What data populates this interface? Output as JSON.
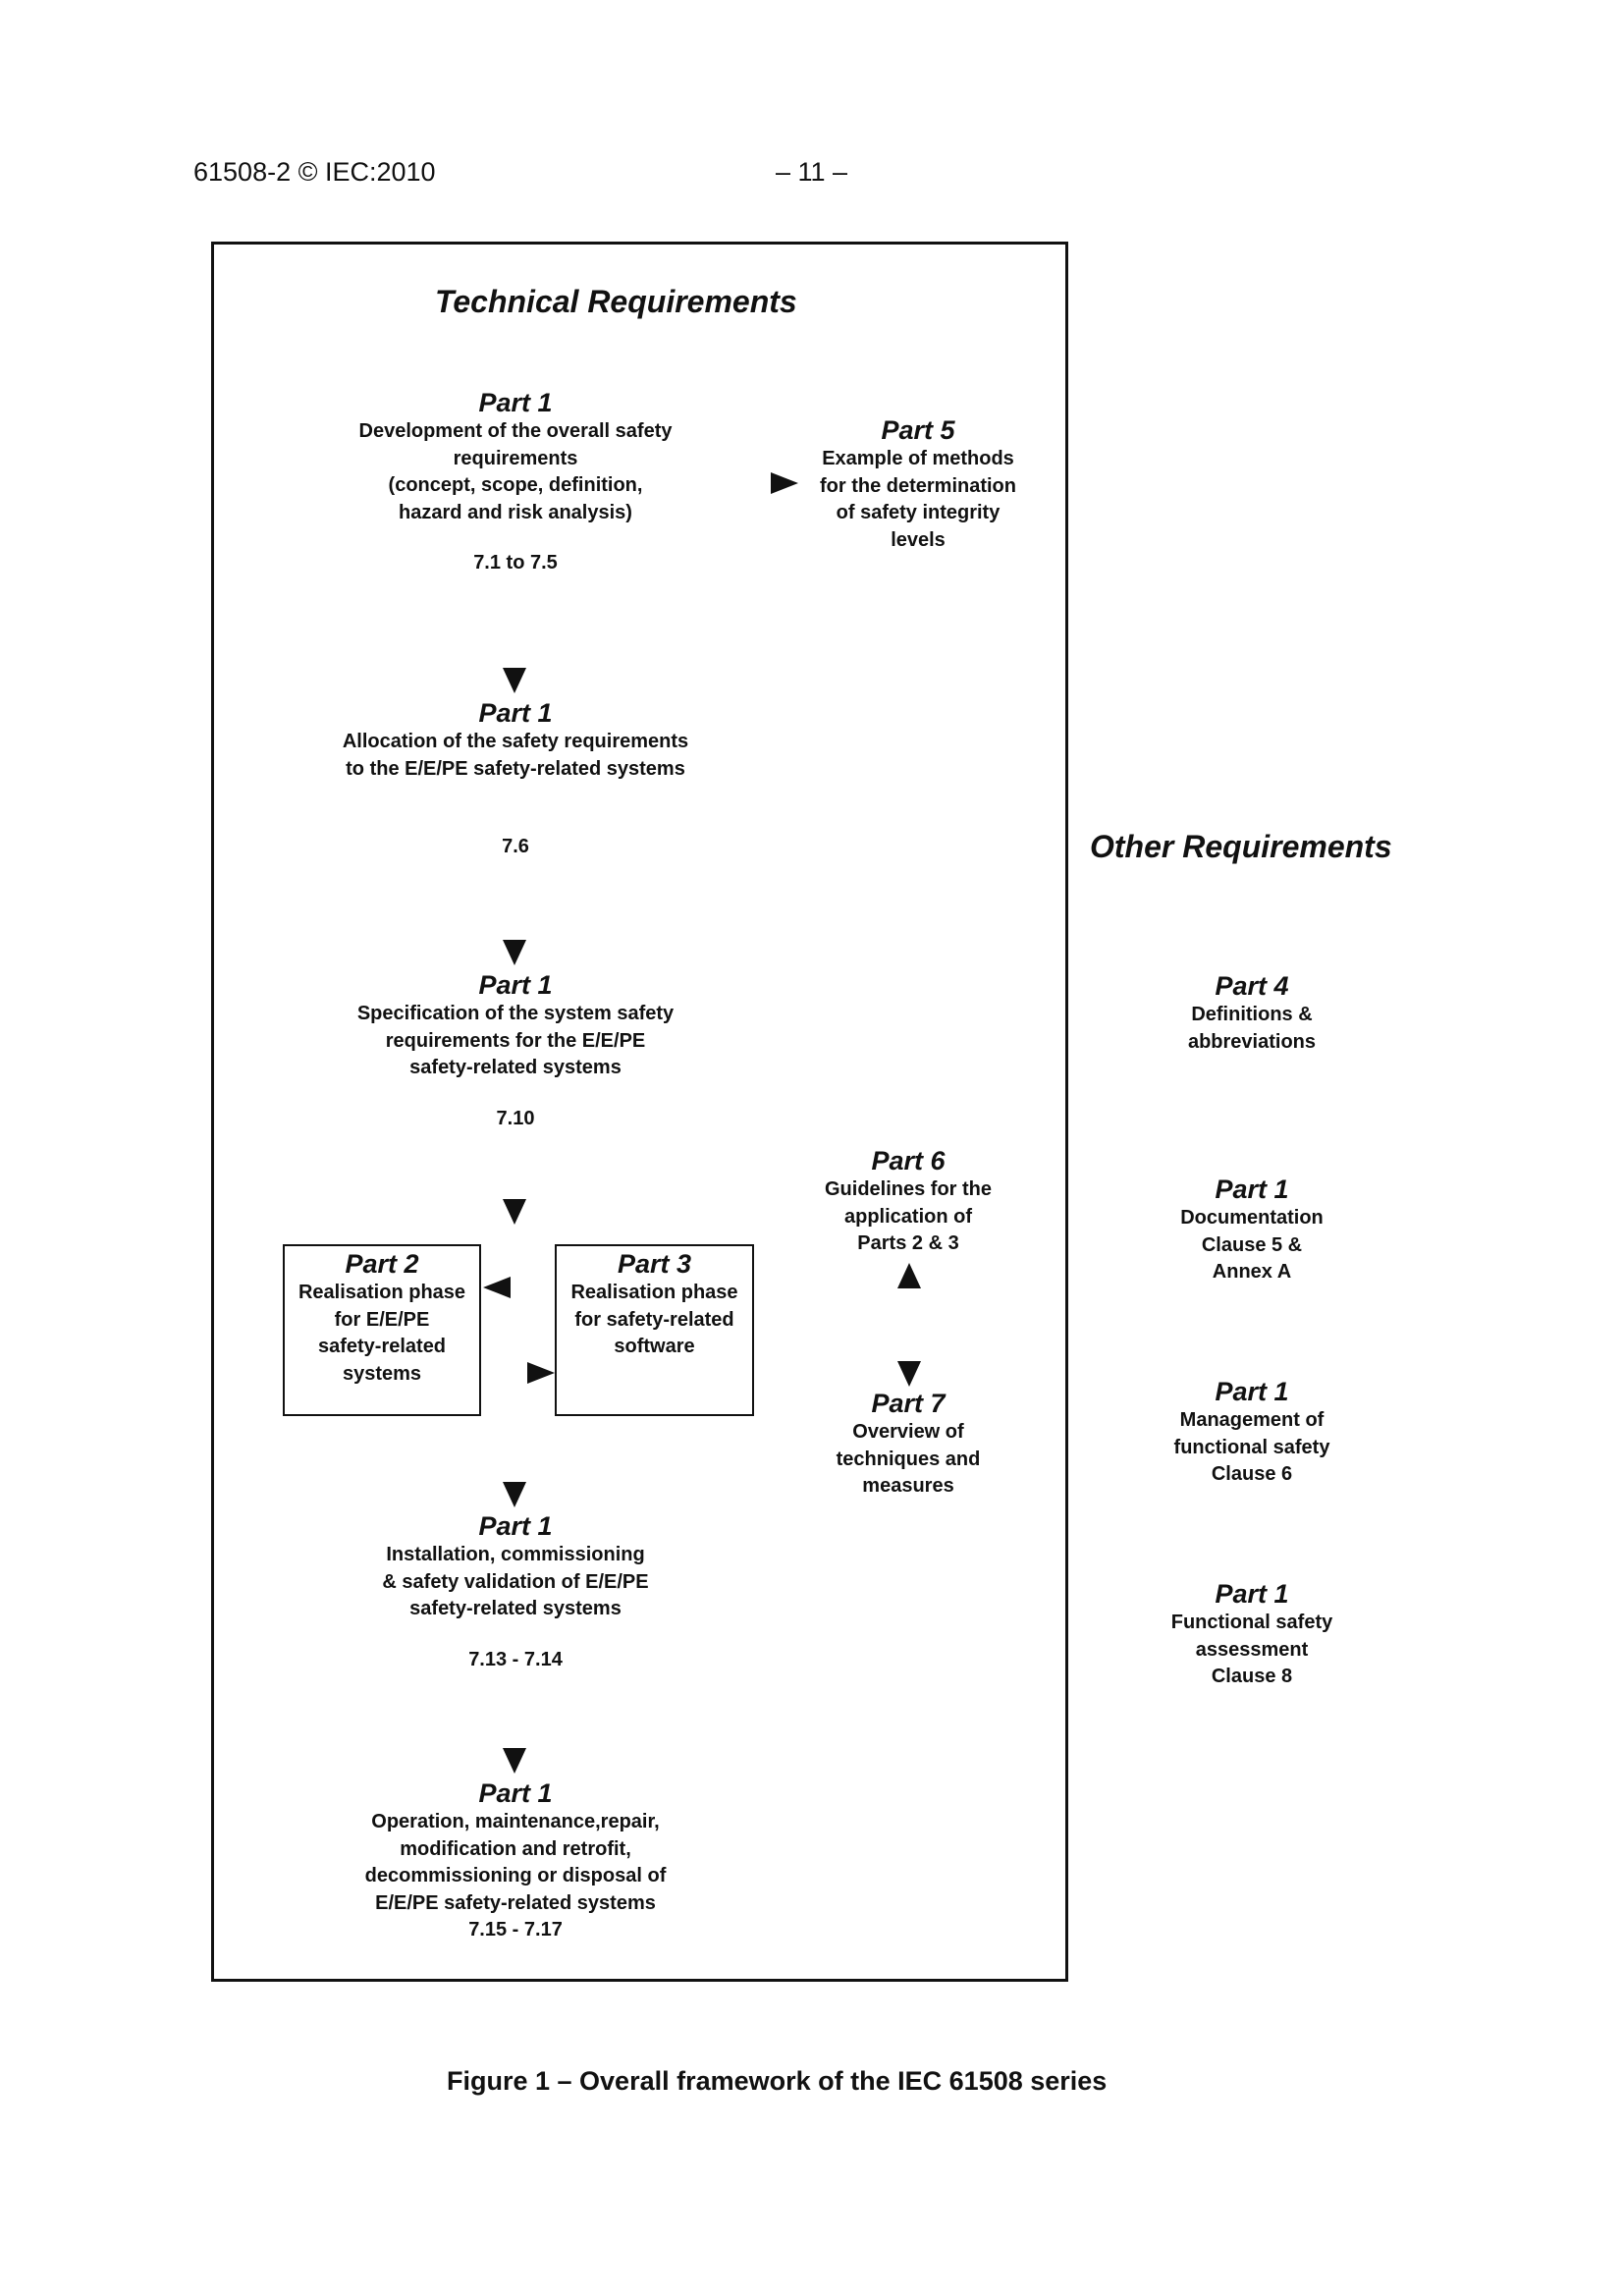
{
  "header": {
    "left": "61508-2 © IEC:2010",
    "center": "– 11 –"
  },
  "diagram": {
    "technical_title": "Technical Requirements",
    "other_title": "Other Requirements",
    "tech": {
      "dev": {
        "part": "Part 1",
        "desc": "Development of the overall safety\nrequirements\n(concept, scope, definition,\nhazard and risk analysis)",
        "clause": "7.1 to 7.5"
      },
      "part5": {
        "part": "Part 5",
        "desc": "Example of methods\nfor the determination\nof safety integrity\nlevels"
      },
      "alloc": {
        "part": "Part 1",
        "desc": "Allocation of the safety requirements\nto the E/E/PE safety-related systems",
        "clause": "7.6"
      },
      "spec": {
        "part": "Part 1",
        "desc": "Specification of the system safety\nrequirements for the E/E/PE\nsafety-related systems",
        "clause": "7.10"
      },
      "part6": {
        "part": "Part 6",
        "desc": "Guidelines for the\napplication of\nParts 2 & 3"
      },
      "part2": {
        "part": "Part 2",
        "desc": "Realisation phase\nfor E/E/PE\nsafety-related\nsystems"
      },
      "part3": {
        "part": "Part 3",
        "desc": "Realisation phase\nfor safety-related\nsoftware"
      },
      "part7": {
        "part": "Part 7",
        "desc": "Overview of\ntechniques and\nmeasures"
      },
      "install": {
        "part": "Part 1",
        "desc": "Installation, commissioning\n& safety validation of E/E/PE\nsafety-related systems",
        "clause": "7.13 - 7.14"
      },
      "operation": {
        "part": "Part 1",
        "desc": "Operation, maintenance,repair,\nmodification and retrofit,\ndecommissioning or disposal of\nE/E/PE safety-related systems",
        "clause": "7.15 - 7.17"
      }
    },
    "other": {
      "part4": {
        "part": "Part 4",
        "desc": "Definitions &\nabbreviations"
      },
      "documentation": {
        "part": "Part 1",
        "desc": "Documentation\nClause 5 &\nAnnex A"
      },
      "management": {
        "part": "Part 1",
        "desc": "Management of\nfunctional safety\nClause 6"
      },
      "assessment": {
        "part": "Part 1",
        "desc": "Functional safety\nassessment\nClause 8"
      }
    }
  },
  "caption": "Figure 1 – Overall framework of the IEC 61508 series"
}
